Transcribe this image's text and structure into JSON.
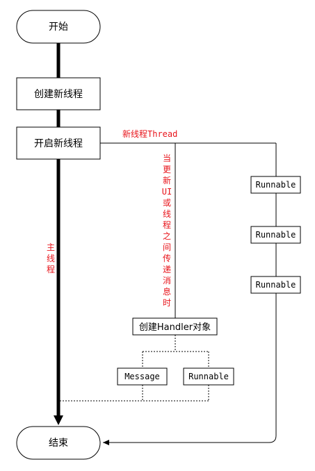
{
  "diagram": {
    "nodes": {
      "start": "开始",
      "create_thread": "创建新线程",
      "start_thread": "开启新线程",
      "end": "结束",
      "create_handler": "创建Handler对象",
      "message": "Message",
      "runnable_handler": "Runnable",
      "runnable_1": "Runnable",
      "runnable_2": "Runnable",
      "runnable_3": "Runnable"
    },
    "labels": {
      "new_thread": "新线程Thread",
      "main_thread": [
        "主",
        "线",
        "程"
      ],
      "update_ui": [
        "当",
        "更",
        "新",
        "UI",
        "或",
        "线",
        "程",
        "之",
        "间",
        "传",
        "递",
        "消",
        "息",
        "时"
      ]
    },
    "colors": {
      "annotation": "#e8141b",
      "line": "#000000"
    }
  }
}
